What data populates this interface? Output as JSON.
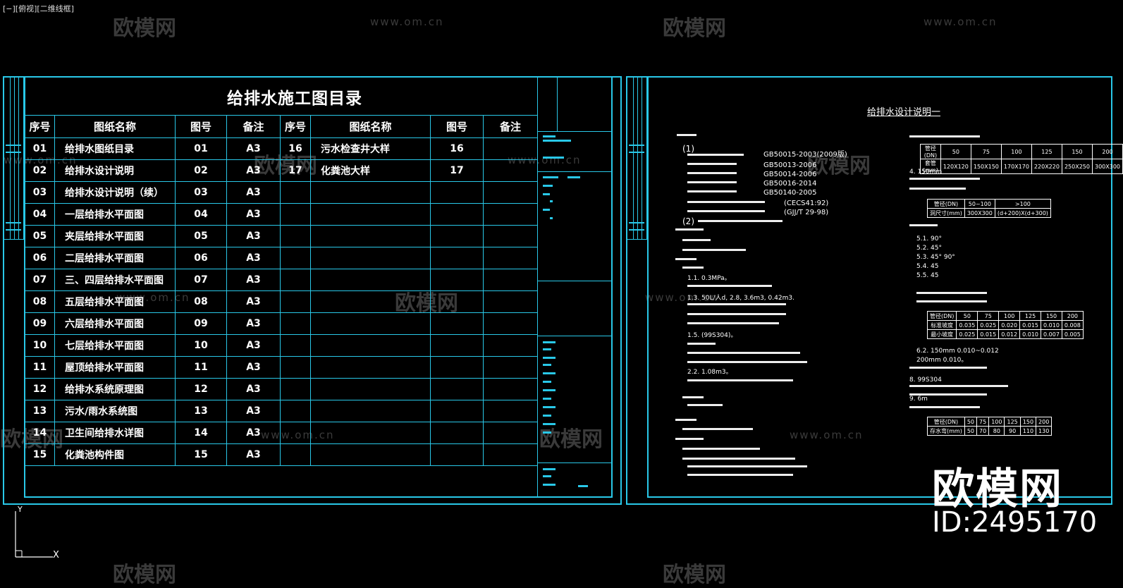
{
  "viewport": {
    "label": "[−][俯视][二维线框]"
  },
  "watermarks": {
    "logo": "欧模网",
    "url": "www.om.cn"
  },
  "sheet1": {
    "title": "给排水施工图目录",
    "headers": [
      "序号",
      "图纸名称",
      "图号",
      "备注",
      "序号",
      "图纸名称",
      "图号",
      "备注"
    ],
    "rows": [
      [
        "01",
        "给排水图纸目录",
        "01",
        "A3",
        "16",
        "污水检查井大样",
        "16",
        ""
      ],
      [
        "02",
        "给排水设计说明",
        "02",
        "A3",
        "17",
        "化粪池大样",
        "17",
        ""
      ],
      [
        "03",
        "给排水设计说明（续）",
        "03",
        "A3",
        "",
        "",
        "",
        ""
      ],
      [
        "04",
        "一层给排水平面图",
        "04",
        "A3",
        "",
        "",
        "",
        ""
      ],
      [
        "05",
        "夹层给排水平面图",
        "05",
        "A3",
        "",
        "",
        "",
        ""
      ],
      [
        "06",
        "二层给排水平面图",
        "06",
        "A3",
        "",
        "",
        "",
        ""
      ],
      [
        "07",
        "三、四层给排水平面图",
        "07",
        "A3",
        "",
        "",
        "",
        ""
      ],
      [
        "08",
        "五层给排水平面图",
        "08",
        "A3",
        "",
        "",
        "",
        ""
      ],
      [
        "09",
        "六层给排水平面图",
        "09",
        "A3",
        "",
        "",
        "",
        ""
      ],
      [
        "10",
        "七层给排水平面图",
        "10",
        "A3",
        "",
        "",
        "",
        ""
      ],
      [
        "11",
        "屋顶给排水平面图",
        "11",
        "A3",
        "",
        "",
        "",
        ""
      ],
      [
        "12",
        "给排水系统原理图",
        "12",
        "A3",
        "",
        "",
        "",
        ""
      ],
      [
        "13",
        "污水/雨水系统图",
        "13",
        "A3",
        "",
        "",
        "",
        ""
      ],
      [
        "14",
        "卫生间给排水详图",
        "14",
        "A3",
        "",
        "",
        "",
        ""
      ],
      [
        "15",
        "化粪池构件图",
        "15",
        "A3",
        "",
        "",
        "",
        ""
      ]
    ]
  },
  "sheet2": {
    "title": "给排水设计说明一",
    "standards": [
      "GB50015-2003(2009版)",
      "GB50013-2006",
      "GB50014-2006",
      "GB50016-2014",
      "GB50140-2005",
      "(CECS41:92)",
      "(GJJ/T 29-98)"
    ],
    "notes_left": [
      "1.1.  0.3MPa。",
      "1.3.  50L/人d,  2.8,  3.6m3,  0.42m3.",
      "1.5.  (99S304)。",
      "2.2.  1.08m3。"
    ],
    "notes_right": [
      "4.  150mm",
      "5.1.  90°",
      "5.2.  45°",
      "5.3.  45°  90°",
      "5.4.  45",
      "5.5.  45",
      "6.2.  150mm  0.010~0.012",
      "200mm  0.010。",
      "8.  99S304",
      "9.  6m"
    ],
    "table_a": {
      "row1": [
        "管径(DN)",
        "50",
        "75",
        "100",
        "125",
        "150",
        "200"
      ],
      "row2": [
        "套管(mm)",
        "120X120",
        "150X150",
        "170X170",
        "220X220",
        "250X250",
        "300X300"
      ]
    },
    "table_b": {
      "row1": [
        "管径(DN)",
        "50~100",
        ">100"
      ],
      "row2": [
        "洞尺寸(mm)",
        "300X300",
        "(d+200)X(d+300)"
      ]
    },
    "table_c": {
      "row1": [
        "管径(DN)",
        "50",
        "75",
        "100",
        "125",
        "150",
        "200"
      ],
      "row2": [
        "标准坡度",
        "0.035",
        "0.025",
        "0.020",
        "0.015",
        "0.010",
        "0.008"
      ],
      "row3": [
        "最小坡度",
        "0.025",
        "0.015",
        "0.012",
        "0.010",
        "0.007",
        "0.005"
      ]
    },
    "table_d": {
      "row1": [
        "管径(DN)",
        "50",
        "75",
        "100",
        "125",
        "150",
        "200"
      ],
      "row2": [
        "存水弯(mm)",
        "50",
        "70",
        "80",
        "90",
        "110",
        "130"
      ]
    }
  },
  "brand": {
    "name": "欧模网",
    "id": "ID:2495170"
  },
  "ucs": {
    "x": "X",
    "y": "Y"
  }
}
